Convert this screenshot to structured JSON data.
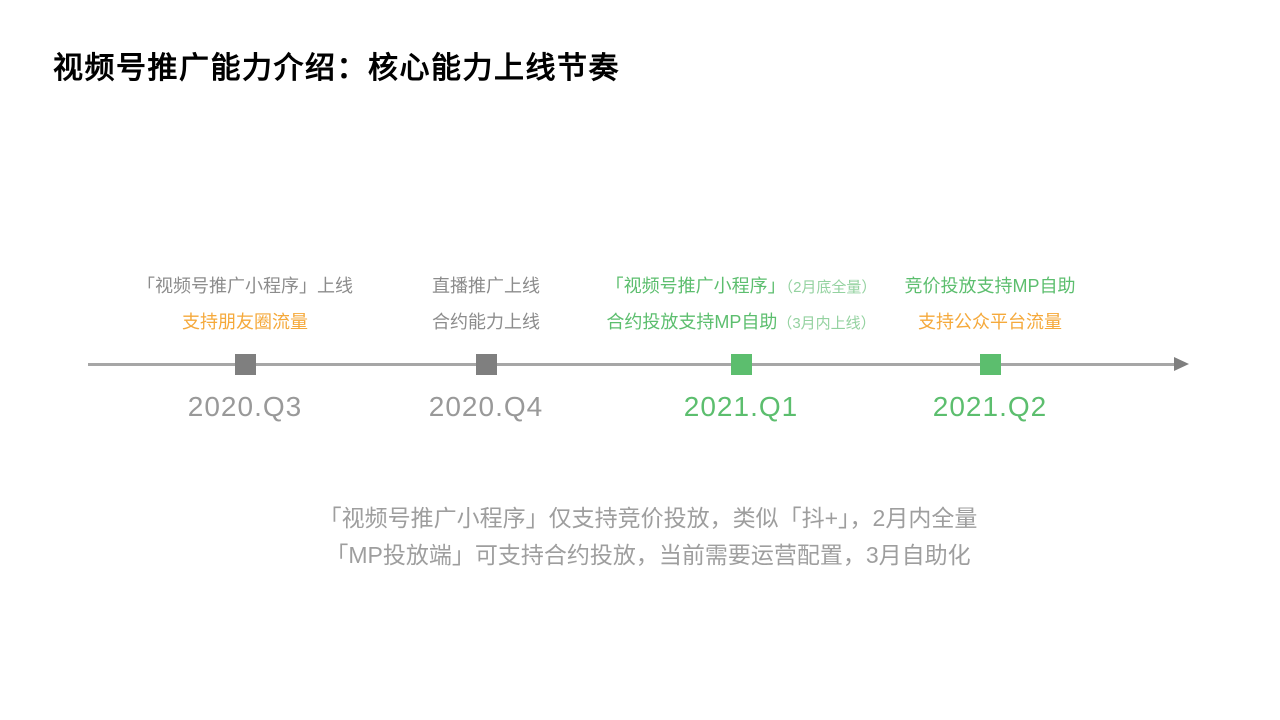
{
  "title": "视频号推广能力介绍：核心能力上线节奏",
  "timeline": {
    "milestones": [
      {
        "quarter": "2020.Q3",
        "line1": {
          "text": "「视频号推广小程序」上线",
          "suffix": ""
        },
        "line2": {
          "text": "支持朋友圈流量",
          "suffix": ""
        }
      },
      {
        "quarter": "2020.Q4",
        "line1": {
          "text": "直播推广上线",
          "suffix": ""
        },
        "line2": {
          "text": "合约能力上线",
          "suffix": ""
        }
      },
      {
        "quarter": "2021.Q1",
        "line1": {
          "text": "「视频号推广小程序」",
          "suffix": "（2月底全量）"
        },
        "line2": {
          "text": "合约投放支持MP自助",
          "suffix": "（3月内上线）"
        }
      },
      {
        "quarter": "2021.Q2",
        "line1": {
          "text": "竞价投放支持MP自助",
          "suffix": ""
        },
        "line2": {
          "text": "支持公众平台流量",
          "suffix": ""
        }
      }
    ]
  },
  "footnote": {
    "line1": "「视频号推广小程序」仅支持竞价投放，类似「抖+」，2月内全量",
    "line2": "「MP投放端」可支持合约投放，当前需要运营配置，3月自助化"
  },
  "colors": {
    "green": "#5cbe6e",
    "green_light": "#94d2a0",
    "orange": "#f5a93b",
    "note_gray": "#8c8c8c",
    "quarter_gray": "#999999",
    "footnote_gray": "#9e9e9e",
    "timeline_line": "#a6a6a6",
    "marker_gray": "#7f7f7f",
    "title_black": "#000000"
  }
}
